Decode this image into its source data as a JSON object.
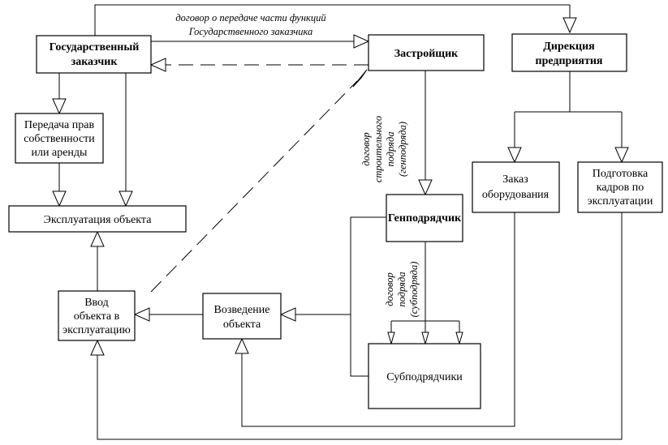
{
  "nodes": {
    "gov_customer": [
      "Государственный",
      "заказчик"
    ],
    "developer": [
      "Застройщик"
    ],
    "directorate": [
      "Дирекция",
      "предприятия"
    ],
    "rights_transfer": [
      "Передача прав",
      "собственности",
      "или аренды"
    ],
    "operation": [
      "Эксплуатация объекта"
    ],
    "commissioning": [
      "Ввод",
      "объекта в",
      "эксплуатацию"
    ],
    "construction": [
      "Возведение",
      "объекта"
    ],
    "general_contractor": [
      "Генподрядчик"
    ],
    "subcontractors": [
      "Субподрядчики"
    ],
    "equipment_order": [
      "Заказ",
      "оборудования"
    ],
    "staff_training": [
      "Подготовка",
      "кадров по",
      "эксплуатации"
    ]
  },
  "edge_labels": {
    "delegation_contract": [
      "договор о передаче части функций",
      "Государственного заказчика"
    ],
    "construction_contract": [
      "договор",
      "строительного",
      "подряда",
      "(генподряда)"
    ],
    "subcontract": [
      "договор",
      "подряда",
      "(субподряда)"
    ]
  }
}
